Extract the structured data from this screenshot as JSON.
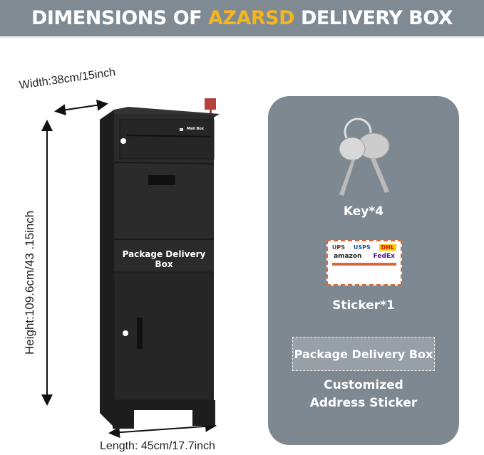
{
  "header": {
    "title_prefix": "DIMENSIONS OF ",
    "brand": "AZARSD",
    "title_suffix": " DELIVERY BOX"
  },
  "dimensions": {
    "width": "Width:38cm/15inch",
    "height": "Height:109.6cm/43 .15inch",
    "length": "Length: 45cm/17.7inch"
  },
  "product": {
    "front_label": "Package Delivery Box",
    "slot_label": "Mail Box"
  },
  "accessories": {
    "keys": "Key*4",
    "sticker": "Sticker*1",
    "sticker_logos": [
      "UPS",
      "USPS",
      "DHL",
      "amazon",
      "FedEx"
    ],
    "address_sample": "Package Delivery Box",
    "address_label_1": "Customized",
    "address_label_2": "Address Sticker"
  },
  "colors": {
    "header_bg": "#808a93",
    "brand": "#f3b61f",
    "panel_bg": "#7e8891",
    "box": "#2b2b2b"
  }
}
